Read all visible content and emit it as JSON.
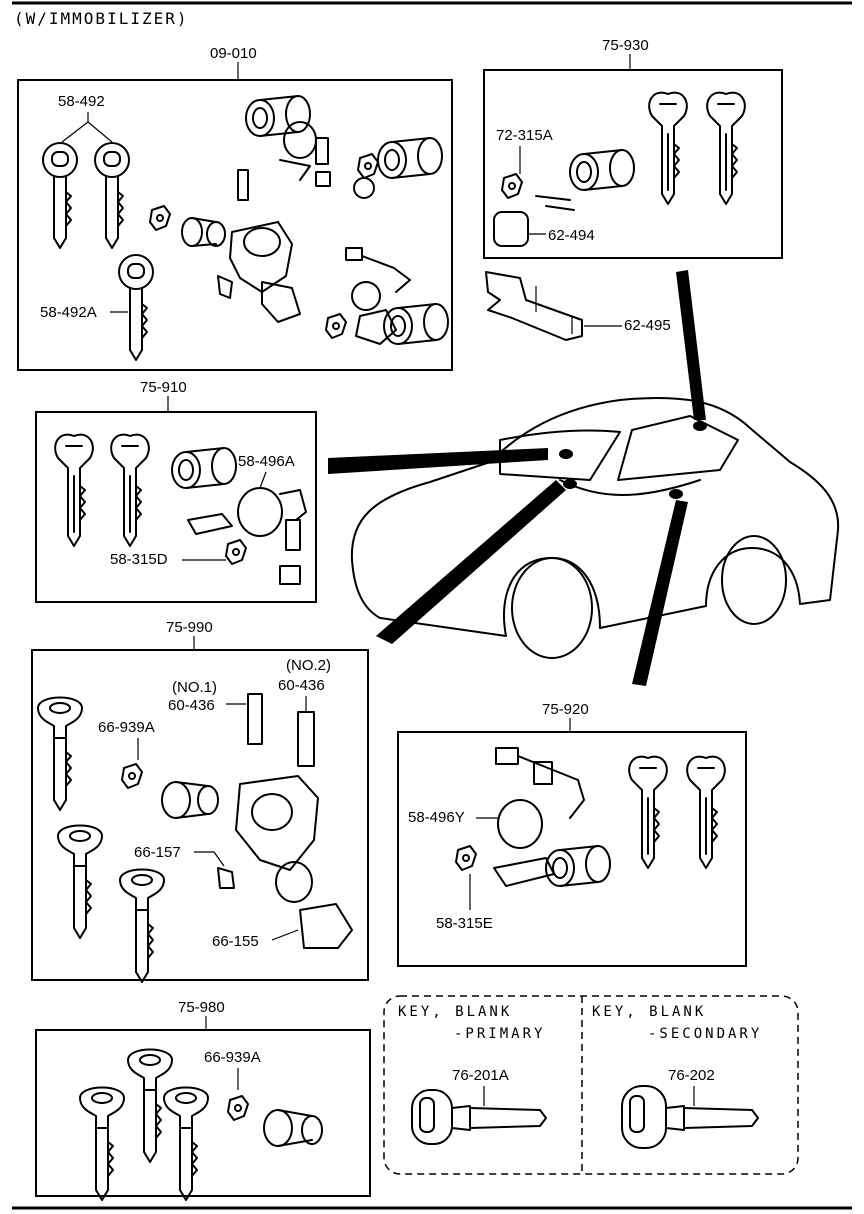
{
  "header": {
    "title": "(W/IMMOBILIZER)"
  },
  "groups": {
    "g09010": {
      "number": "09-010",
      "parts": [
        "58-492",
        "58-492A"
      ]
    },
    "g75930": {
      "number": "75-930",
      "parts": [
        "72-315A",
        "62-494"
      ]
    },
    "loose": {
      "parts": [
        "62-495"
      ]
    },
    "g75910": {
      "number": "75-910",
      "parts": [
        "58-496A",
        "58-315D"
      ]
    },
    "g75990": {
      "number": "75-990",
      "parts": [
        "(NO.1)",
        "60-436",
        "(NO.2)",
        "60-436",
        "66-939A",
        "66-157",
        "66-155"
      ]
    },
    "g75920": {
      "number": "75-920",
      "parts": [
        "58-496Y",
        "58-315E"
      ]
    },
    "g75980": {
      "number": "75-980",
      "parts": [
        "66-939A"
      ]
    }
  },
  "blanks": {
    "primary": {
      "line1": "KEY, BLANK",
      "line2": "-PRIMARY",
      "number": "76-201A"
    },
    "secondary": {
      "line1": "KEY, BLANK",
      "line2": "-SECONDARY",
      "number": "76-202"
    }
  }
}
